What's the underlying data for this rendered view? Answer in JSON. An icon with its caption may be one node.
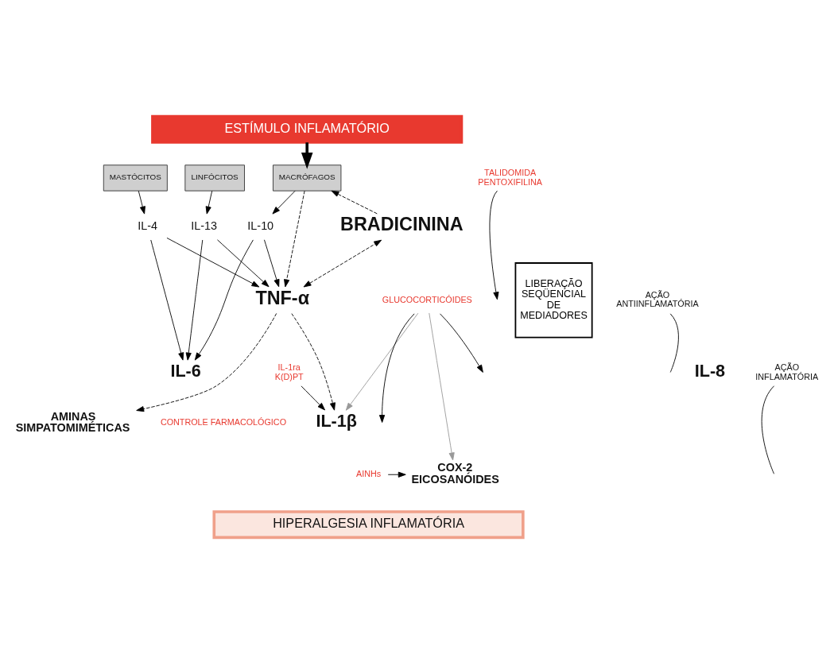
{
  "diagram": {
    "nodes": [
      {
        "text": [
          "ESTÍMULO INFLAMATÓRIO"
        ]
      },
      {
        "text": [
          "LIBERAÇÃO SEQÜENCIAL DE MEDIADORES"
        ]
      },
      {
        "text": [
          "TALIDOMIDA PENTOXIFILINA"
        ]
      },
      {
        "text": [
          "BRADICININA"
        ]
      },
      {
        "text": [
          "GLUCOCORTICÓIDES"
        ]
      },
      {
        "text": [
          "TNF-α"
        ]
      },
      {
        "text": [
          "IL-10"
        ]
      },
      {
        "text": [
          "IL-13"
        ]
      },
      {
        "text": [
          "IL-4"
        ]
      },
      {
        "text": [
          "MACRÓFAGOS"
        ]
      },
      {
        "text": [
          "LINFÓCITOS"
        ]
      },
      {
        "text": [
          "MASTÓCITOS"
        ]
      },
      {
        "text": [
          "AÇÃO ANTIINFLAMATÓRIA"
        ]
      },
      {
        "text": [
          "IL-6"
        ]
      },
      {
        "text": [
          "IL-8"
        ]
      },
      {
        "text": [
          "AÇÃO INFLAMATÓRIA"
        ]
      },
      {
        "text": [
          "IL-1ra K(D)PT"
        ]
      },
      {
        "text": [
          "IL-1β"
        ]
      },
      {
        "text": [
          "AINHs"
        ]
      },
      {
        "text": [
          "COX-2 EICOSANÓIDES"
        ]
      },
      {
        "text": [
          "AMINAS SIMPATOMIMÉTICAS"
        ]
      },
      {
        "text": [
          "HIPERALGESIA INFLAMATÓRIA"
        ]
      }
    ],
    "edges": [
      {
        "from": 0,
        "to": 9,
        "arrow": "to",
        "style": "thick"
      },
      {
        "from": 3,
        "to": 9,
        "arrow": "to",
        "style": "dashed"
      },
      {
        "from": 9,
        "to": 5,
        "arrow": "to",
        "style": "dashed"
      },
      {
        "from": 5,
        "to": 3,
        "arrow": "both",
        "style": "dashed"
      },
      {
        "from": 9,
        "to": 6,
        "arrow": "to"
      },
      {
        "from": 10,
        "to": 7,
        "arrow": "to"
      },
      {
        "from": 11,
        "to": 8,
        "arrow": "to"
      },
      {
        "from": 6,
        "to": 5,
        "arrow": "to"
      },
      {
        "from": 7,
        "to": 5,
        "arrow": "to"
      },
      {
        "from": 8,
        "to": 5,
        "arrow": "to"
      },
      {
        "from": 6,
        "to": 13,
        "arrow": "to"
      },
      {
        "from": 7,
        "to": 13,
        "arrow": "to"
      },
      {
        "from": 8,
        "to": 13,
        "arrow": "to"
      },
      {
        "from": 2,
        "to": null,
        "arrow": "to"
      },
      {
        "from": 4,
        "to": null,
        "arrow": "to"
      },
      {
        "from": 4,
        "to": null,
        "arrow": "to"
      },
      {
        "from": 4,
        "to": 17,
        "arrow": "to",
        "color": "#999999"
      },
      {
        "from": 4,
        "to": 19,
        "arrow": "to",
        "color": "#999999"
      },
      {
        "from": 5,
        "to": 17,
        "arrow": "to",
        "style": "dashed"
      },
      {
        "from": 5,
        "to": 20,
        "arrow": "to",
        "style": "dashed"
      },
      {
        "from": 12,
        "to": null,
        "arrow": "none"
      },
      {
        "from": 15,
        "to": null,
        "arrow": "none"
      },
      {
        "from": 16,
        "to": 17,
        "arrow": "to"
      },
      {
        "from": 18,
        "to": 19,
        "arrow": "to"
      }
    ],
    "labels": [
      "CONTROLE FARMACOLÓGICO"
    ]
  }
}
